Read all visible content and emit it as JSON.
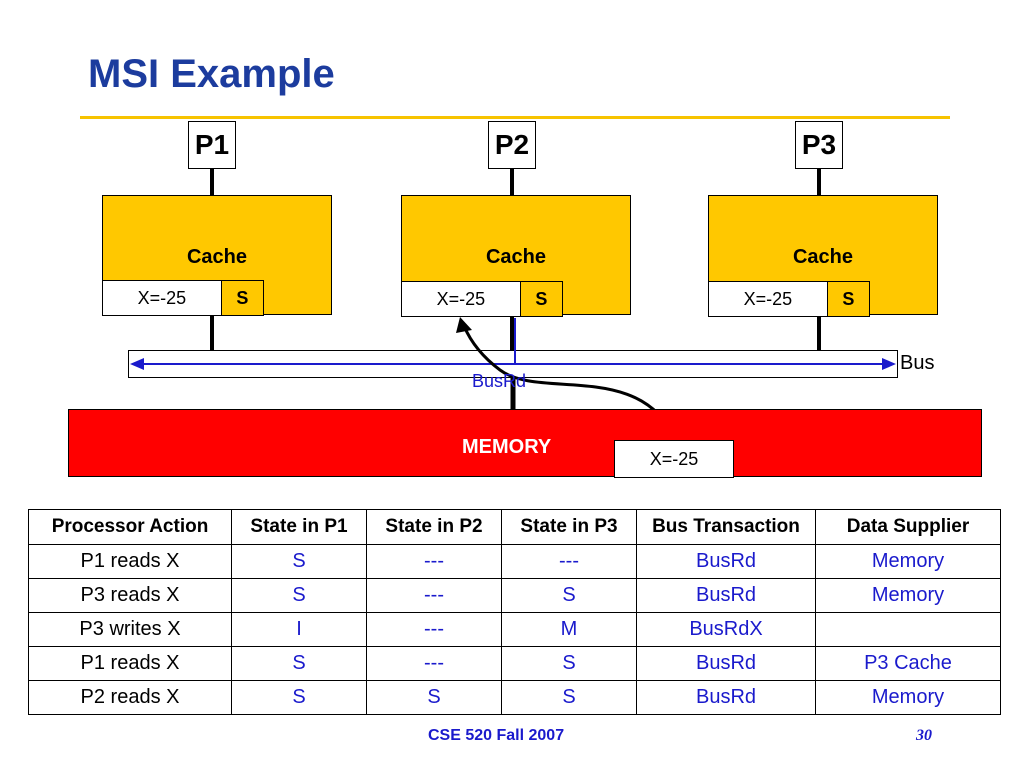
{
  "title": "MSI Example",
  "processors": [
    {
      "name": "P1",
      "cache_label": "Cache",
      "line_value": "X=-25",
      "line_state": "S"
    },
    {
      "name": "P2",
      "cache_label": "Cache",
      "line_value": "X=-25",
      "line_state": "S"
    },
    {
      "name": "P3",
      "cache_label": "Cache",
      "line_value": "X=-25",
      "line_state": "S"
    }
  ],
  "bus_label": "Bus",
  "bus_transaction_label": "BusRd",
  "memory": {
    "label": "MEMORY",
    "value": "X=-25"
  },
  "table": {
    "headers": [
      "Processor Action",
      "State in P1",
      "State in P2",
      "State in P3",
      "Bus Transaction",
      "Data Supplier"
    ],
    "rows": [
      [
        "P1 reads X",
        "S",
        "---",
        "---",
        "BusRd",
        "Memory"
      ],
      [
        "P3 reads X",
        "S",
        "---",
        "S",
        "BusRd",
        "Memory"
      ],
      [
        "P3 writes X",
        "I",
        "---",
        "M",
        "BusRdX",
        ""
      ],
      [
        "P1 reads X",
        "S",
        "---",
        "S",
        "BusRd",
        "P3 Cache"
      ],
      [
        "P2 reads X",
        "S",
        "S",
        "S",
        "BusRd",
        "Memory"
      ]
    ]
  },
  "footer": "CSE 520 Fall 2007",
  "page_number": "30",
  "colors": {
    "title": "#1c3c9e",
    "cache": "#ffc800",
    "memory": "#ff0000",
    "blue_text": "#1a1acc",
    "rule": "#f7c300"
  }
}
